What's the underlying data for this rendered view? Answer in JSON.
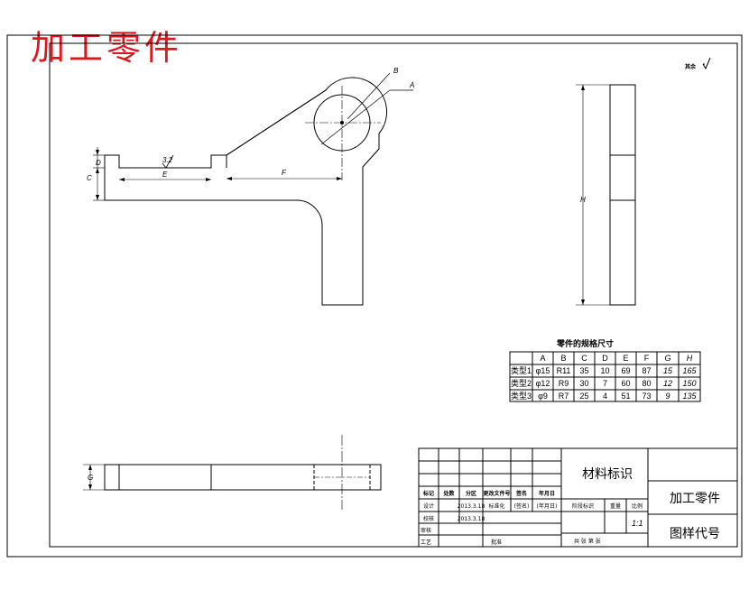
{
  "watermark_title": "加工零件",
  "roughness_note": "其余",
  "dim_labels": {
    "A": "A",
    "B": "B",
    "C": "C",
    "D": "D",
    "E": "E",
    "F": "F",
    "G": "G",
    "H": "H",
    "roughness": "3.2"
  },
  "param_table": {
    "title": "零件的规格尺寸",
    "headers": [
      "",
      "A",
      "B",
      "C",
      "D",
      "E",
      "F",
      "G",
      "H"
    ],
    "rows": [
      [
        "类型1",
        "φ15",
        "R11",
        "35",
        "10",
        "69",
        "87",
        "15",
        "165"
      ],
      [
        "类型2",
        "φ12",
        "R9",
        "30",
        "7",
        "60",
        "80",
        "12",
        "150"
      ],
      [
        "类型3",
        "φ9",
        "R7",
        "25",
        "4",
        "51",
        "73",
        "9",
        "135"
      ]
    ]
  },
  "title_block": {
    "material": "材料标识",
    "part_name": "加工零件",
    "drawing_code": "图样代号",
    "rev_headers": [
      "标记",
      "处数",
      "分区",
      "更改文件号",
      "签名",
      "年月日"
    ],
    "design_row": [
      "设计",
      "",
      "2013.3.18",
      "标准化",
      "(签名)",
      "(年月日)"
    ],
    "check_row": [
      "校核",
      "",
      "2013.3.18"
    ],
    "review": "审核",
    "process": "工艺",
    "approve": "批准",
    "stage_headers": [
      "阶段标识",
      "重量",
      "比例"
    ],
    "scale": "1:1",
    "sheet_info": "共    张  第    张"
  }
}
